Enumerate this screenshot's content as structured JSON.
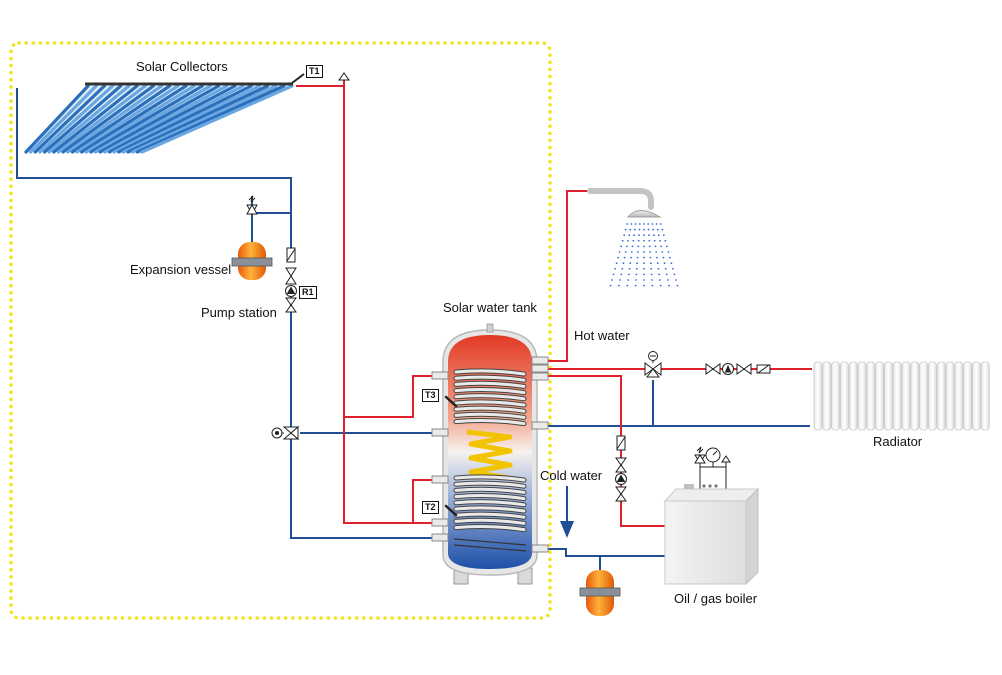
{
  "labels": {
    "solar_collectors": "Solar Collectors",
    "expansion_vessel": "Expansion vessel",
    "pump_station": "Pump station",
    "solar_water_tank": "Solar water tank",
    "hot_water": "Hot water",
    "cold_water": "Cold water",
    "radiator": "Radiator",
    "boiler": "Oil / gas boiler"
  },
  "sensors": {
    "t1": "T1",
    "t2": "T2",
    "t3": "T3",
    "r1": "R1"
  },
  "colors": {
    "hot_pipe": "#e0202a",
    "cold_pipe": "#1f4e96",
    "boundary": "#f2e21b",
    "collector_tubes": "#2f79c5",
    "tank_hot": "#e23a24",
    "tank_cold": "#1e4fa8",
    "coil_connector": "#f2c400",
    "vessel": "#f07a12"
  }
}
